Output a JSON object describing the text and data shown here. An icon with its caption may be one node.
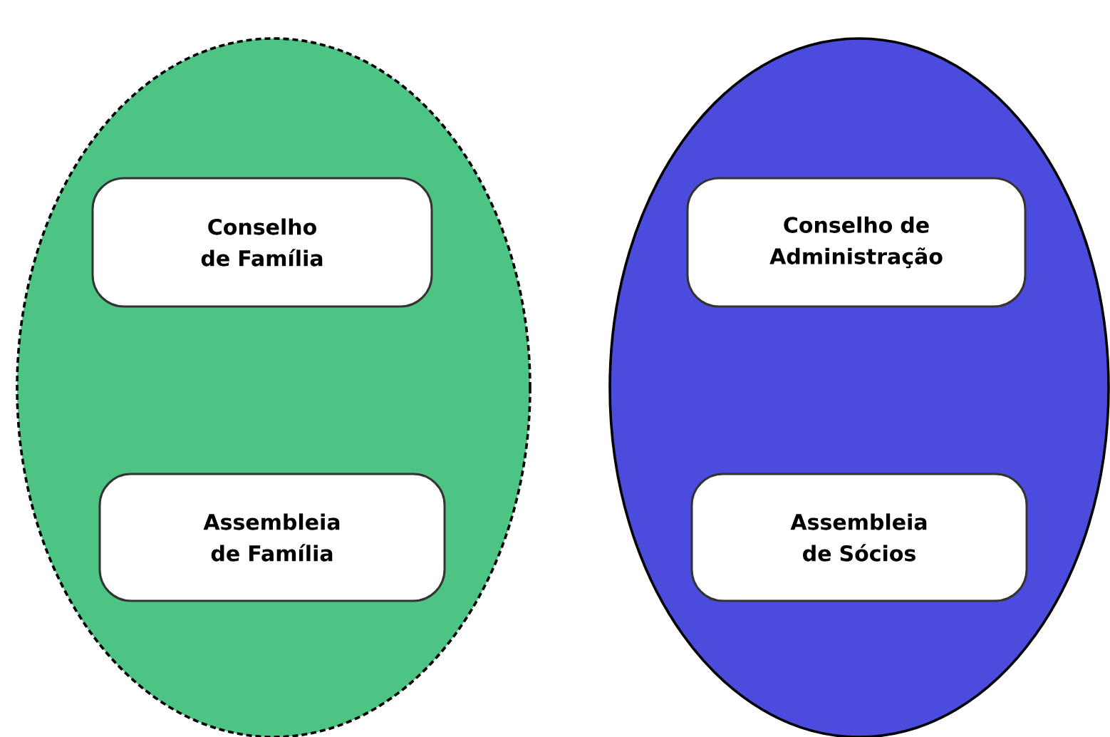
{
  "diagram": {
    "nodes": [
      {
        "text": [],
        "shape": "ellipse"
      },
      {
        "text": [
          "Conselho de Família"
        ],
        "in": 0
      },
      {
        "text": [
          "Assembleia de Família"
        ],
        "in": 0
      },
      {
        "text": [],
        "shape": "ellipse"
      },
      {
        "text": [
          "Conselho de Administração"
        ],
        "in": 3
      },
      {
        "text": [
          "Assembleia de Sócios"
        ],
        "in": 3
      }
    ]
  }
}
